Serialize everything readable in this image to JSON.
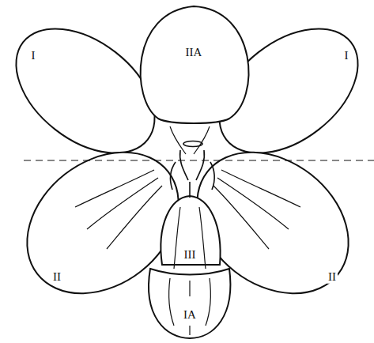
{
  "diagram": {
    "labels": [
      "I",
      "IIA",
      "I",
      "II",
      "III",
      "II",
      "IA"
    ]
  }
}
